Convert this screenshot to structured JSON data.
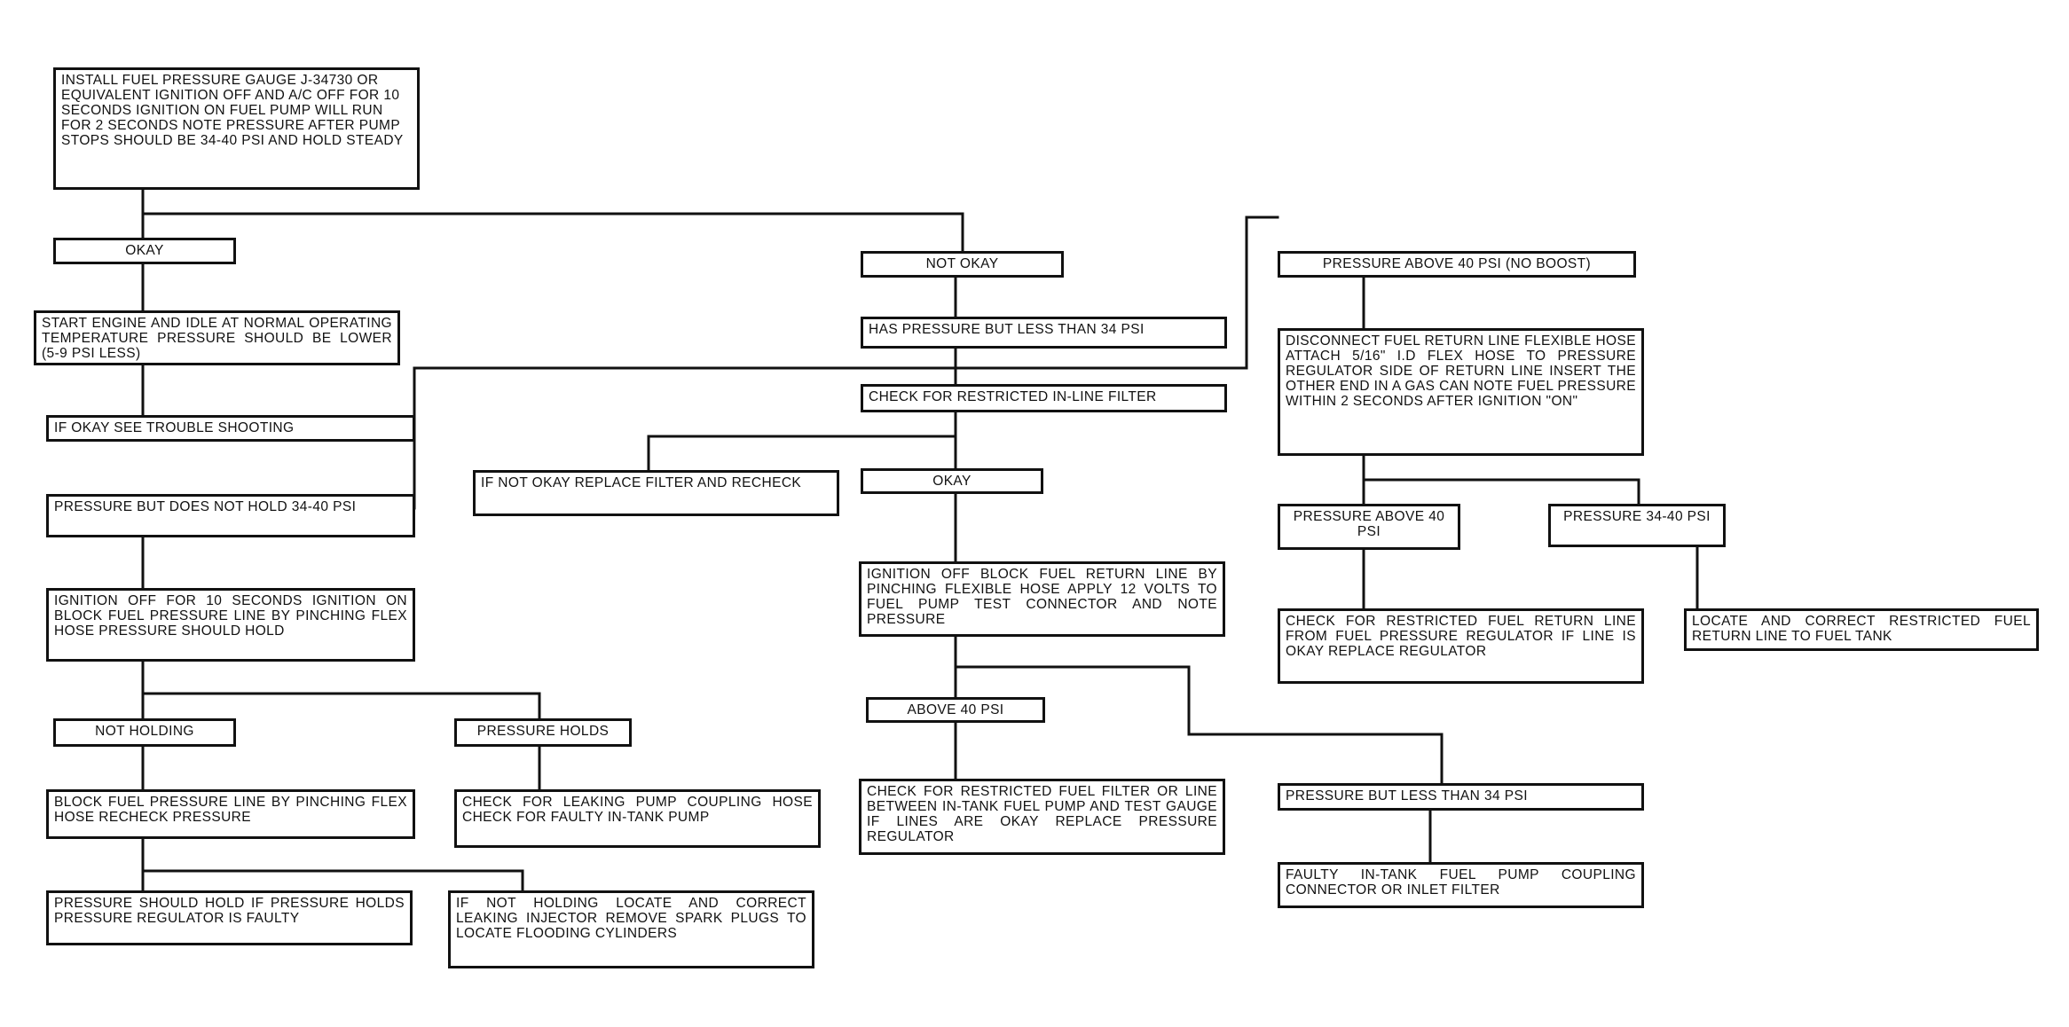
{
  "nodes": {
    "n1": "INSTALL FUEL PRESSURE GAUGE J-34730 OR EQUIVALENT IGNITION OFF AND A/C OFF FOR 10 SECONDS IGNITION ON FUEL PUMP WILL RUN FOR 2 SECONDS NOTE PRESSURE AFTER PUMP STOPS SHOULD BE 34-40 PSI AND HOLD STEADY",
    "okay_top": "OKAY",
    "start_engine": "START ENGINE AND IDLE AT NORMAL OPERATING TEMPERATURE PRESSURE SHOULD BE LOWER (5-9 PSI LESS)",
    "if_okay": "IF OKAY SEE TROUBLE SHOOTING",
    "not_hold": "PRESSURE BUT DOES NOT HOLD 34-40 PSI",
    "ign_off_block": "IGNITION OFF FOR 10 SECONDS IGNITION ON BLOCK FUEL PRESSURE LINE BY PINCHING FLEX HOSE PRESSURE SHOULD HOLD",
    "not_holding": "NOT HOLDING",
    "pressure_holds": "PRESSURE HOLDS",
    "block_line": "BLOCK FUEL PRESSURE LINE BY PINCHING FLEX HOSE RECHECK PRESSURE",
    "check_leaking": "CHECK FOR LEAKING PUMP COUPLING HOSE CHECK FOR FAULTY IN-TANK PUMP",
    "should_hold": "PRESSURE SHOULD HOLD IF PRESSURE HOLDS PRESSURE REGULATOR IS FAULTY",
    "if_not_holding": "IF NOT HOLDING LOCATE AND CORRECT LEAKING INJECTOR REMOVE SPARK PLUGS TO LOCATE FLOODING CYLINDERS",
    "not_okay": "NOT OKAY",
    "has_pressure": "HAS PRESSURE BUT LESS THAN 34 PSI",
    "check_filter": "CHECK FOR RESTRICTED IN-LINE FILTER",
    "replace_filter": "IF NOT OKAY REPLACE FILTER AND RECHECK",
    "okay_mid": "OKAY",
    "ign_off_return": "IGNITION OFF BLOCK FUEL RETURN LINE BY PINCHING FLEXIBLE HOSE APPLY 12 VOLTS TO FUEL PUMP TEST CONNECTOR AND NOTE PRESSURE",
    "above_40": "ABOVE 40 PSI",
    "check_restricted_filter": "CHECK FOR RESTRICTED FUEL FILTER OR LINE BETWEEN IN-TANK FUEL PUMP AND TEST GAUGE IF LINES ARE OKAY REPLACE PRESSURE REGULATOR",
    "pressure_less_34": "PRESSURE BUT LESS THAN 34 PSI",
    "faulty_pump": "FAULTY IN-TANK FUEL PUMP COUPLING CONNECTOR OR INLET FILTER",
    "above_40_no_boost": "PRESSURE ABOVE 40 PSI (NO BOOST)",
    "disconnect_return": "DISCONNECT FUEL RETURN LINE FLEXIBLE HOSE ATTACH 5/16\" I.D FLEX HOSE TO PRESSURE REGULATOR SIDE OF RETURN LINE INSERT THE OTHER END IN A GAS CAN NOTE FUEL PRESSURE WITHIN 2 SECONDS AFTER IGNITION \"ON\"",
    "pressure_above_40": "PRESSURE ABOVE 40 PSI",
    "pressure_34_40": "PRESSURE 34-40 PSI",
    "check_return_line": "CHECK FOR RESTRICTED FUEL RETURN LINE FROM FUEL PRESSURE REGULATOR IF LINE IS OKAY REPLACE REGULATOR",
    "locate_correct": "LOCATE AND CORRECT RESTRICTED FUEL RETURN LINE TO FUEL TANK"
  }
}
